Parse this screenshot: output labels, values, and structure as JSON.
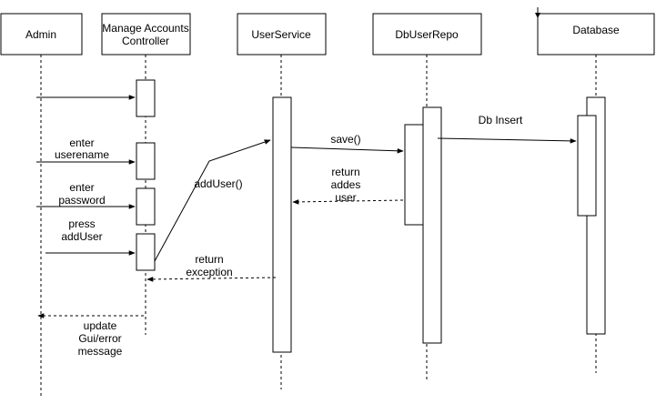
{
  "participants": {
    "admin": "Admin",
    "controller": [
      "Manage Accounts",
      "Controller"
    ],
    "user_service": "UserService",
    "db_user_repo": "DbUserRepo",
    "database": "Database"
  },
  "messages": {
    "enter_username": [
      "enter",
      "userename"
    ],
    "enter_password": [
      "enter",
      "password"
    ],
    "press_add_user": [
      "press",
      "addUser"
    ],
    "add_user": "addUser()",
    "save": "save()",
    "db_insert": "Db Insert",
    "return_added_user": [
      "return",
      "addes",
      "user"
    ],
    "return_exception": [
      "return",
      "exception"
    ],
    "update_gui": [
      "update",
      "Gui/error",
      "message"
    ]
  }
}
